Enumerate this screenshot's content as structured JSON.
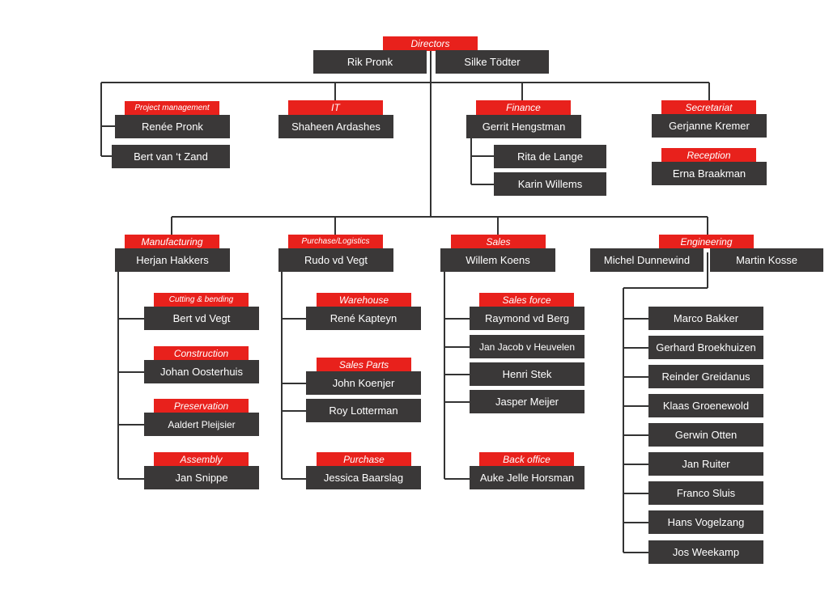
{
  "colors": {
    "label": "#e8211c",
    "box": "#3a3838",
    "line": "#333333",
    "text": "#ffffff"
  },
  "directors": {
    "label": "Directors",
    "names": [
      "Rik Pronk",
      "Silke Tödter"
    ]
  },
  "project_management": {
    "label": "Project management",
    "names": [
      "Renée Pronk",
      "Bert van ‘t Zand"
    ]
  },
  "it": {
    "label": "IT",
    "names": [
      "Shaheen Ardashes"
    ]
  },
  "finance": {
    "label": "Finance",
    "head": "Gerrit Hengstman",
    "names": [
      "Rita de Lange",
      "Karin Willems"
    ]
  },
  "secretariat": {
    "label": "Secretariat",
    "head": "Gerjanne Kremer"
  },
  "reception": {
    "label": "Reception",
    "head": "Erna Braakman"
  },
  "manufacturing": {
    "label": "Manufacturing",
    "head": "Herjan Hakkers",
    "groups": [
      {
        "label": "Cutting & bending",
        "names": [
          "Bert vd Vegt"
        ]
      },
      {
        "label": "Construction",
        "names": [
          "Johan Oosterhuis"
        ]
      },
      {
        "label": "Preservation",
        "names": [
          "Aaldert Pleijsier"
        ]
      },
      {
        "label": "Assembly",
        "names": [
          "Jan Snippe"
        ]
      }
    ]
  },
  "purchase_logistics": {
    "label": "Purchase/Logistics",
    "head": "Rudo vd Vegt",
    "groups": [
      {
        "label": "Warehouse",
        "names": [
          "René Kapteyn"
        ]
      },
      {
        "label": "Sales Parts",
        "names": [
          "John Koenjer",
          "Roy Lotterman"
        ]
      },
      {
        "label": "Purchase",
        "names": [
          "Jessica Baarslag"
        ]
      }
    ]
  },
  "sales": {
    "label": "Sales",
    "head": "Willem Koens",
    "groups": [
      {
        "label": "Sales force",
        "names": [
          "Raymond vd Berg",
          "Jan Jacob v Heuvelen",
          "Henri Stek",
          "Jasper Meijer"
        ]
      },
      {
        "label": "Back office",
        "names": [
          "Auke Jelle Horsman"
        ]
      }
    ]
  },
  "engineering": {
    "label": "Engineering",
    "heads": [
      "Michel Dunnewind",
      "Martin Kosse"
    ],
    "names": [
      "Marco Bakker",
      "Gerhard Broekhuizen",
      "Reinder Greidanus",
      "Klaas Groenewold",
      "Gerwin Otten",
      "Jan Ruiter",
      "Franco Sluis",
      "Hans Vogelzang",
      "Jos Weekamp"
    ]
  }
}
